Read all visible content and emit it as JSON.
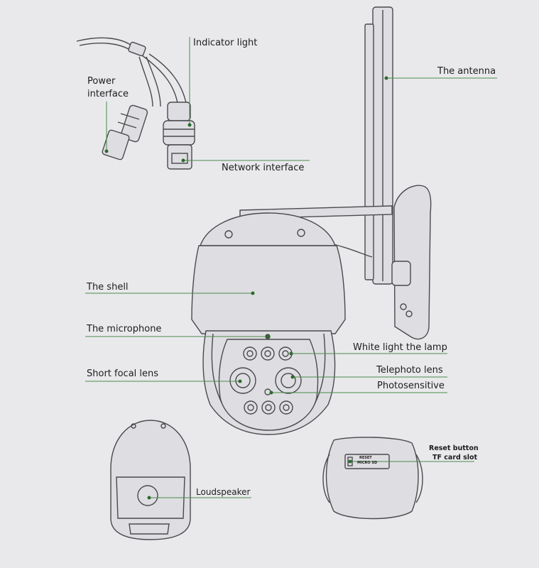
{
  "labels": {
    "indicator_light": "Indicator light",
    "power_interface_line1": "Power",
    "power_interface_line2": "interface",
    "network_interface": "Network interface",
    "antenna": "The antenna",
    "shell": "The shell",
    "microphone": "The microphone",
    "white_light_lamp": "White light the lamp",
    "short_focal_lens": "Short focal lens",
    "telephoto_lens": "Telephoto lens",
    "photosensitive": "Photosensitive",
    "loudspeaker": "Loudspeaker",
    "reset_button": "Reset button",
    "tf_card_slot": "TF card slot",
    "slot_text_line1": "RESET",
    "slot_text_line2": "MICRO SD"
  },
  "colors": {
    "leader_line": "#4b8a4b",
    "background": "#e9e9ec",
    "outline": "#4a4a4e"
  }
}
